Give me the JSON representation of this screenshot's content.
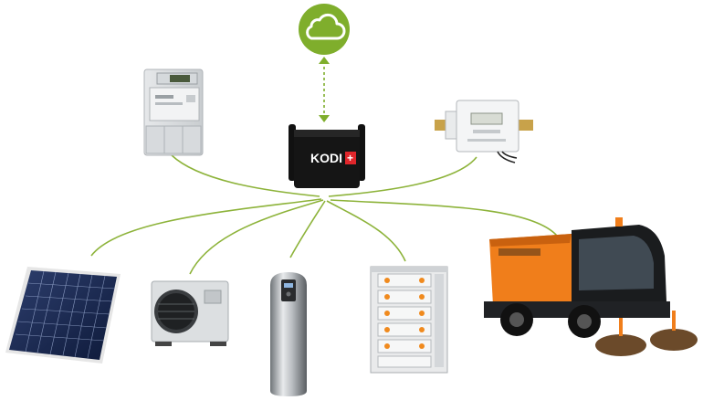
{
  "hub": {
    "brand": "KODI",
    "brand_plus": "+",
    "icon": "router-icon"
  },
  "cloud": {
    "icon": "cloud-icon"
  },
  "devices": [
    {
      "id": "electricity-meter",
      "icon": "electricity-meter-icon"
    },
    {
      "id": "heat-meter",
      "icon": "heat-meter-icon"
    },
    {
      "id": "solar-panel",
      "icon": "solar-panel-icon"
    },
    {
      "id": "heat-pump",
      "icon": "heat-pump-icon"
    },
    {
      "id": "water-heater",
      "icon": "water-heater-icon"
    },
    {
      "id": "battery-storage",
      "icon": "battery-rack-icon"
    },
    {
      "id": "street-sweeper",
      "icon": "street-sweeper-icon"
    }
  ],
  "colors": {
    "connector": "#8db33a",
    "cloud": "#7fae2c",
    "hub": "#111111",
    "brand_red": "#e0262b",
    "sweeper": "#f07e1b"
  }
}
